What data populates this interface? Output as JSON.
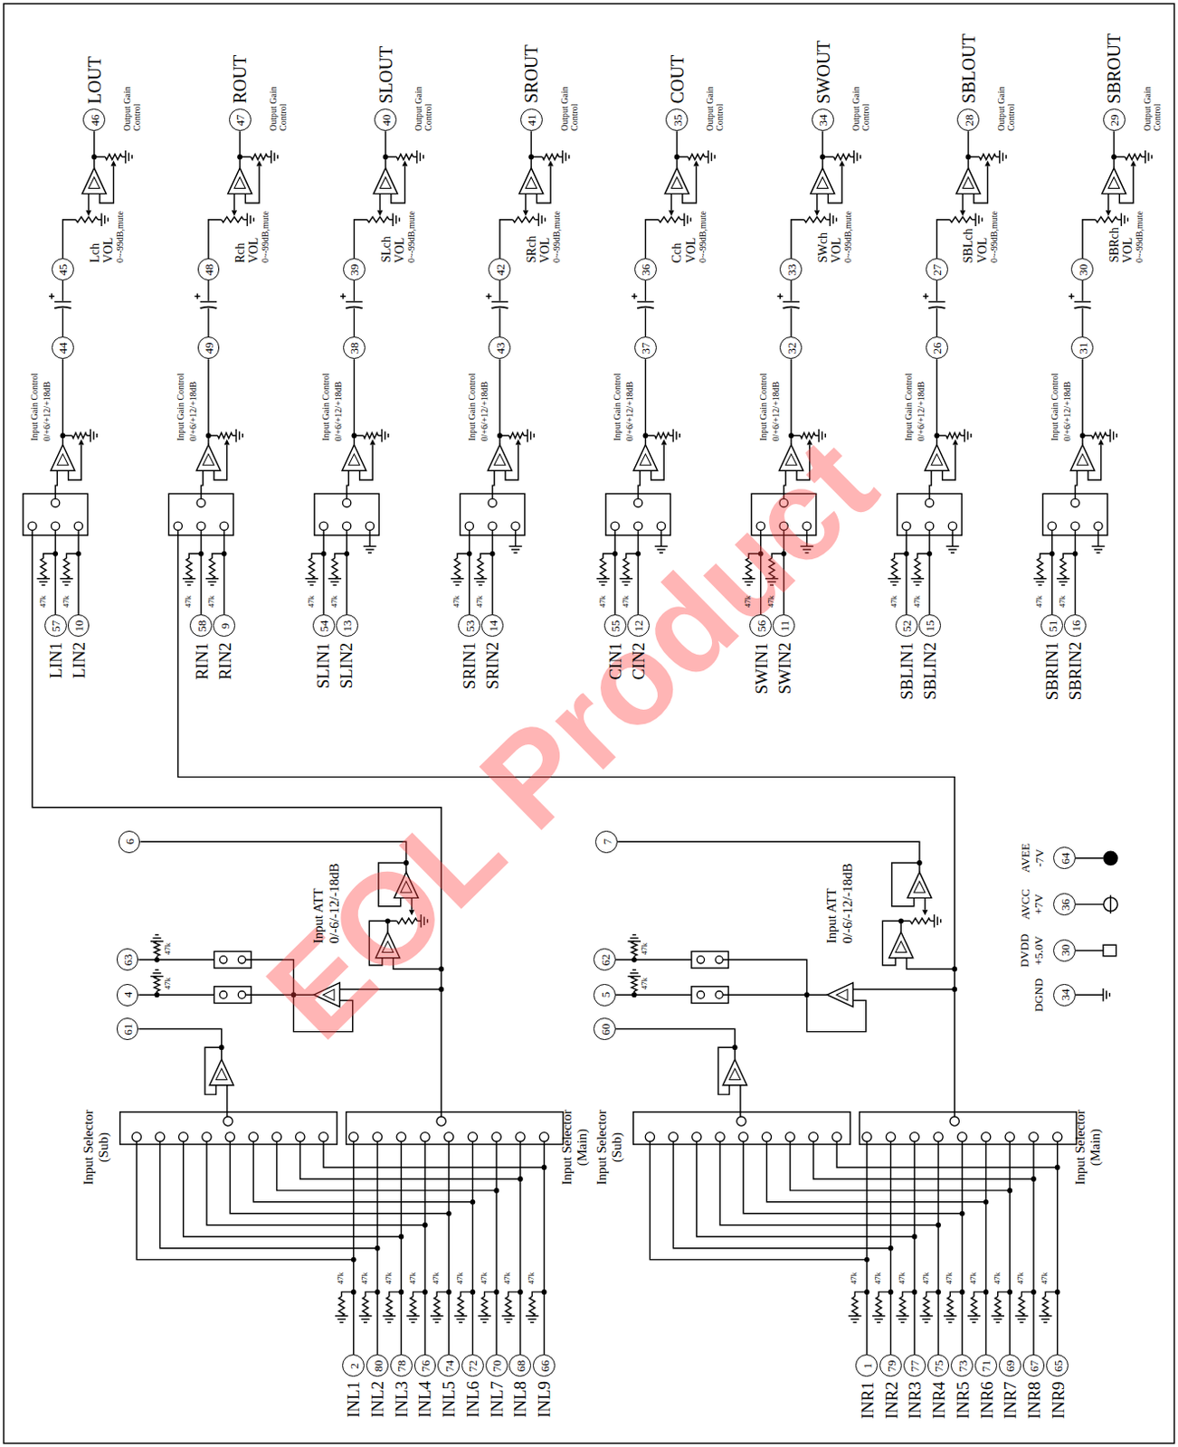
{
  "diagram": {
    "nodes": [
      {
        "text": [
          "46"
        ]
      },
      {
        "text": [
          "45"
        ]
      },
      {
        "text": [
          "44"
        ]
      },
      {
        "text": [
          "57"
        ]
      },
      {
        "text": [
          "10"
        ]
      },
      {
        "text": [
          "47"
        ]
      },
      {
        "text": [
          "48"
        ]
      },
      {
        "text": [
          "49"
        ]
      },
      {
        "text": [
          "58"
        ]
      },
      {
        "text": [
          "9"
        ]
      },
      {
        "text": [
          "40"
        ]
      },
      {
        "text": [
          "39"
        ]
      },
      {
        "text": [
          "38"
        ]
      },
      {
        "text": [
          "54"
        ]
      },
      {
        "text": [
          "13"
        ]
      },
      {
        "text": [
          "41"
        ]
      },
      {
        "text": [
          "42"
        ]
      },
      {
        "text": [
          "43"
        ]
      },
      {
        "text": [
          "53"
        ]
      },
      {
        "text": [
          "14"
        ]
      },
      {
        "text": [
          "35"
        ]
      },
      {
        "text": [
          "36"
        ]
      },
      {
        "text": [
          "37"
        ]
      },
      {
        "text": [
          "55"
        ]
      },
      {
        "text": [
          "12"
        ]
      },
      {
        "text": [
          "34"
        ]
      },
      {
        "text": [
          "33"
        ]
      },
      {
        "text": [
          "32"
        ]
      },
      {
        "text": [
          "56"
        ]
      },
      {
        "text": [
          "11"
        ]
      },
      {
        "text": [
          "28"
        ]
      },
      {
        "text": [
          "27"
        ]
      },
      {
        "text": [
          "26"
        ]
      },
      {
        "text": [
          "52"
        ]
      },
      {
        "text": [
          "15"
        ]
      },
      {
        "text": [
          "29"
        ]
      },
      {
        "text": [
          "30"
        ]
      },
      {
        "text": [
          "31"
        ]
      },
      {
        "text": [
          "51"
        ]
      },
      {
        "text": [
          "16"
        ]
      },
      {
        "text": [
          "6"
        ]
      },
      {
        "text": [
          "63"
        ]
      },
      {
        "text": [
          "4"
        ]
      },
      {
        "text": [
          "61"
        ]
      },
      {
        "text": [
          "2"
        ]
      },
      {
        "text": [
          "80"
        ]
      },
      {
        "text": [
          "78"
        ]
      },
      {
        "text": [
          "76"
        ]
      },
      {
        "text": [
          "74"
        ]
      },
      {
        "text": [
          "72"
        ]
      },
      {
        "text": [
          "70"
        ]
      },
      {
        "text": [
          "68"
        ]
      },
      {
        "text": [
          "66"
        ]
      },
      {
        "text": [
          "7"
        ]
      },
      {
        "text": [
          "62"
        ]
      },
      {
        "text": [
          "5"
        ]
      },
      {
        "text": [
          "60"
        ]
      },
      {
        "text": [
          "1"
        ]
      },
      {
        "text": [
          "79"
        ]
      },
      {
        "text": [
          "77"
        ]
      },
      {
        "text": [
          "75"
        ]
      },
      {
        "text": [
          "73"
        ]
      },
      {
        "text": [
          "71"
        ]
      },
      {
        "text": [
          "69"
        ]
      },
      {
        "text": [
          "67"
        ]
      },
      {
        "text": [
          "65"
        ]
      },
      {
        "text": [
          "64"
        ]
      },
      {
        "text": [
          "36"
        ]
      },
      {
        "text": [
          "30"
        ]
      },
      {
        "text": [
          "34"
        ]
      }
    ],
    "edges": [
      {
        "from": 2,
        "to": 1,
        "arrow": "none"
      },
      {
        "from": 7,
        "to": 6,
        "arrow": "none"
      },
      {
        "from": 12,
        "to": 11,
        "arrow": "none"
      },
      {
        "from": 17,
        "to": 16,
        "arrow": "none"
      },
      {
        "from": 22,
        "to": 21,
        "arrow": "none"
      },
      {
        "from": 27,
        "to": 26,
        "arrow": "none"
      },
      {
        "from": 32,
        "to": 31,
        "arrow": "none"
      },
      {
        "from": 37,
        "to": 36,
        "arrow": "none"
      }
    ],
    "labels": [
      "LOUT",
      "Output Gain Control",
      "Lch",
      "VOL",
      "0~-99dB,mute",
      "Input Gain Control",
      "0/+6/+12/+18dB",
      "47k",
      "47k",
      "LIN1",
      "LIN2",
      "ROUT",
      "Output Gain Control",
      "Rch",
      "VOL",
      "0~-99dB,mute",
      "Input Gain Control",
      "0/+6/+12/+18dB",
      "47k",
      "47k",
      "RIN1",
      "RIN2",
      "SLOUT",
      "Output Gain Control",
      "SLch",
      "VOL",
      "0~-99dB,mute",
      "Input Gain Control",
      "0/+6/+12/+18dB",
      "47k",
      "47k",
      "SLIN1",
      "SLIN2",
      "SROUT",
      "Output Gain Control",
      "SRch",
      "VOL",
      "0~-99dB,mute",
      "Input Gain Control",
      "0/+6/+12/+18dB",
      "47k",
      "47k",
      "SRIN1",
      "SRIN2",
      "COUT",
      "Output Gain Control",
      "Cch",
      "VOL",
      "0~-99dB,mute",
      "Input Gain Control",
      "0/+6/+12/+18dB",
      "47k",
      "47k",
      "CIN1",
      "CIN2",
      "SWOUT",
      "Output Gain Control",
      "SWch",
      "VOL",
      "0~-99dB,mute",
      "Input Gain Control",
      "0/+6/+12/+18dB",
      "47k",
      "47k",
      "SWIN1",
      "SWIN2",
      "SBLOUT",
      "Output Gain Control",
      "SBLch",
      "VOL",
      "0~-99dB,mute",
      "Input Gain Control",
      "0/+6/+12/+18dB",
      "47k",
      "47k",
      "SBLIN1",
      "SBLIN2",
      "SBROUT",
      "Output Gain Control",
      "SBRch",
      "VOL",
      "0~-99dB,mute",
      "Input Gain Control",
      "0/+6/+12/+18dB",
      "47k",
      "47k",
      "SBRIN1",
      "SBRIN2",
      "Input Selector (Sub)",
      "Input Selector (Main)",
      "47k",
      "47k",
      "Input ATT",
      "0/-6/-12/-18dB",
      "INL1",
      "INL2",
      "INL3",
      "INL4",
      "INL5",
      "INL6",
      "INL7",
      "INL8",
      "INL9",
      "47k",
      "47k",
      "47k",
      "47k",
      "47k",
      "47k",
      "47k",
      "47k",
      "47k",
      "Input Selector (Sub)",
      "Input Selector (Main)",
      "47k",
      "47k",
      "Input ATT",
      "0/-6/-12/-18dB",
      "INR1",
      "INR2",
      "INR3",
      "INR4",
      "INR5",
      "INR6",
      "INR7",
      "INR8",
      "INR9",
      "47k",
      "47k",
      "47k",
      "47k",
      "47k",
      "47k",
      "47k",
      "47k",
      "47k",
      "DVDD",
      "AVCC",
      "AVEE",
      "DGND",
      "+5.0V",
      "+7V",
      "-7V",
      "EOL Product"
    ]
  }
}
